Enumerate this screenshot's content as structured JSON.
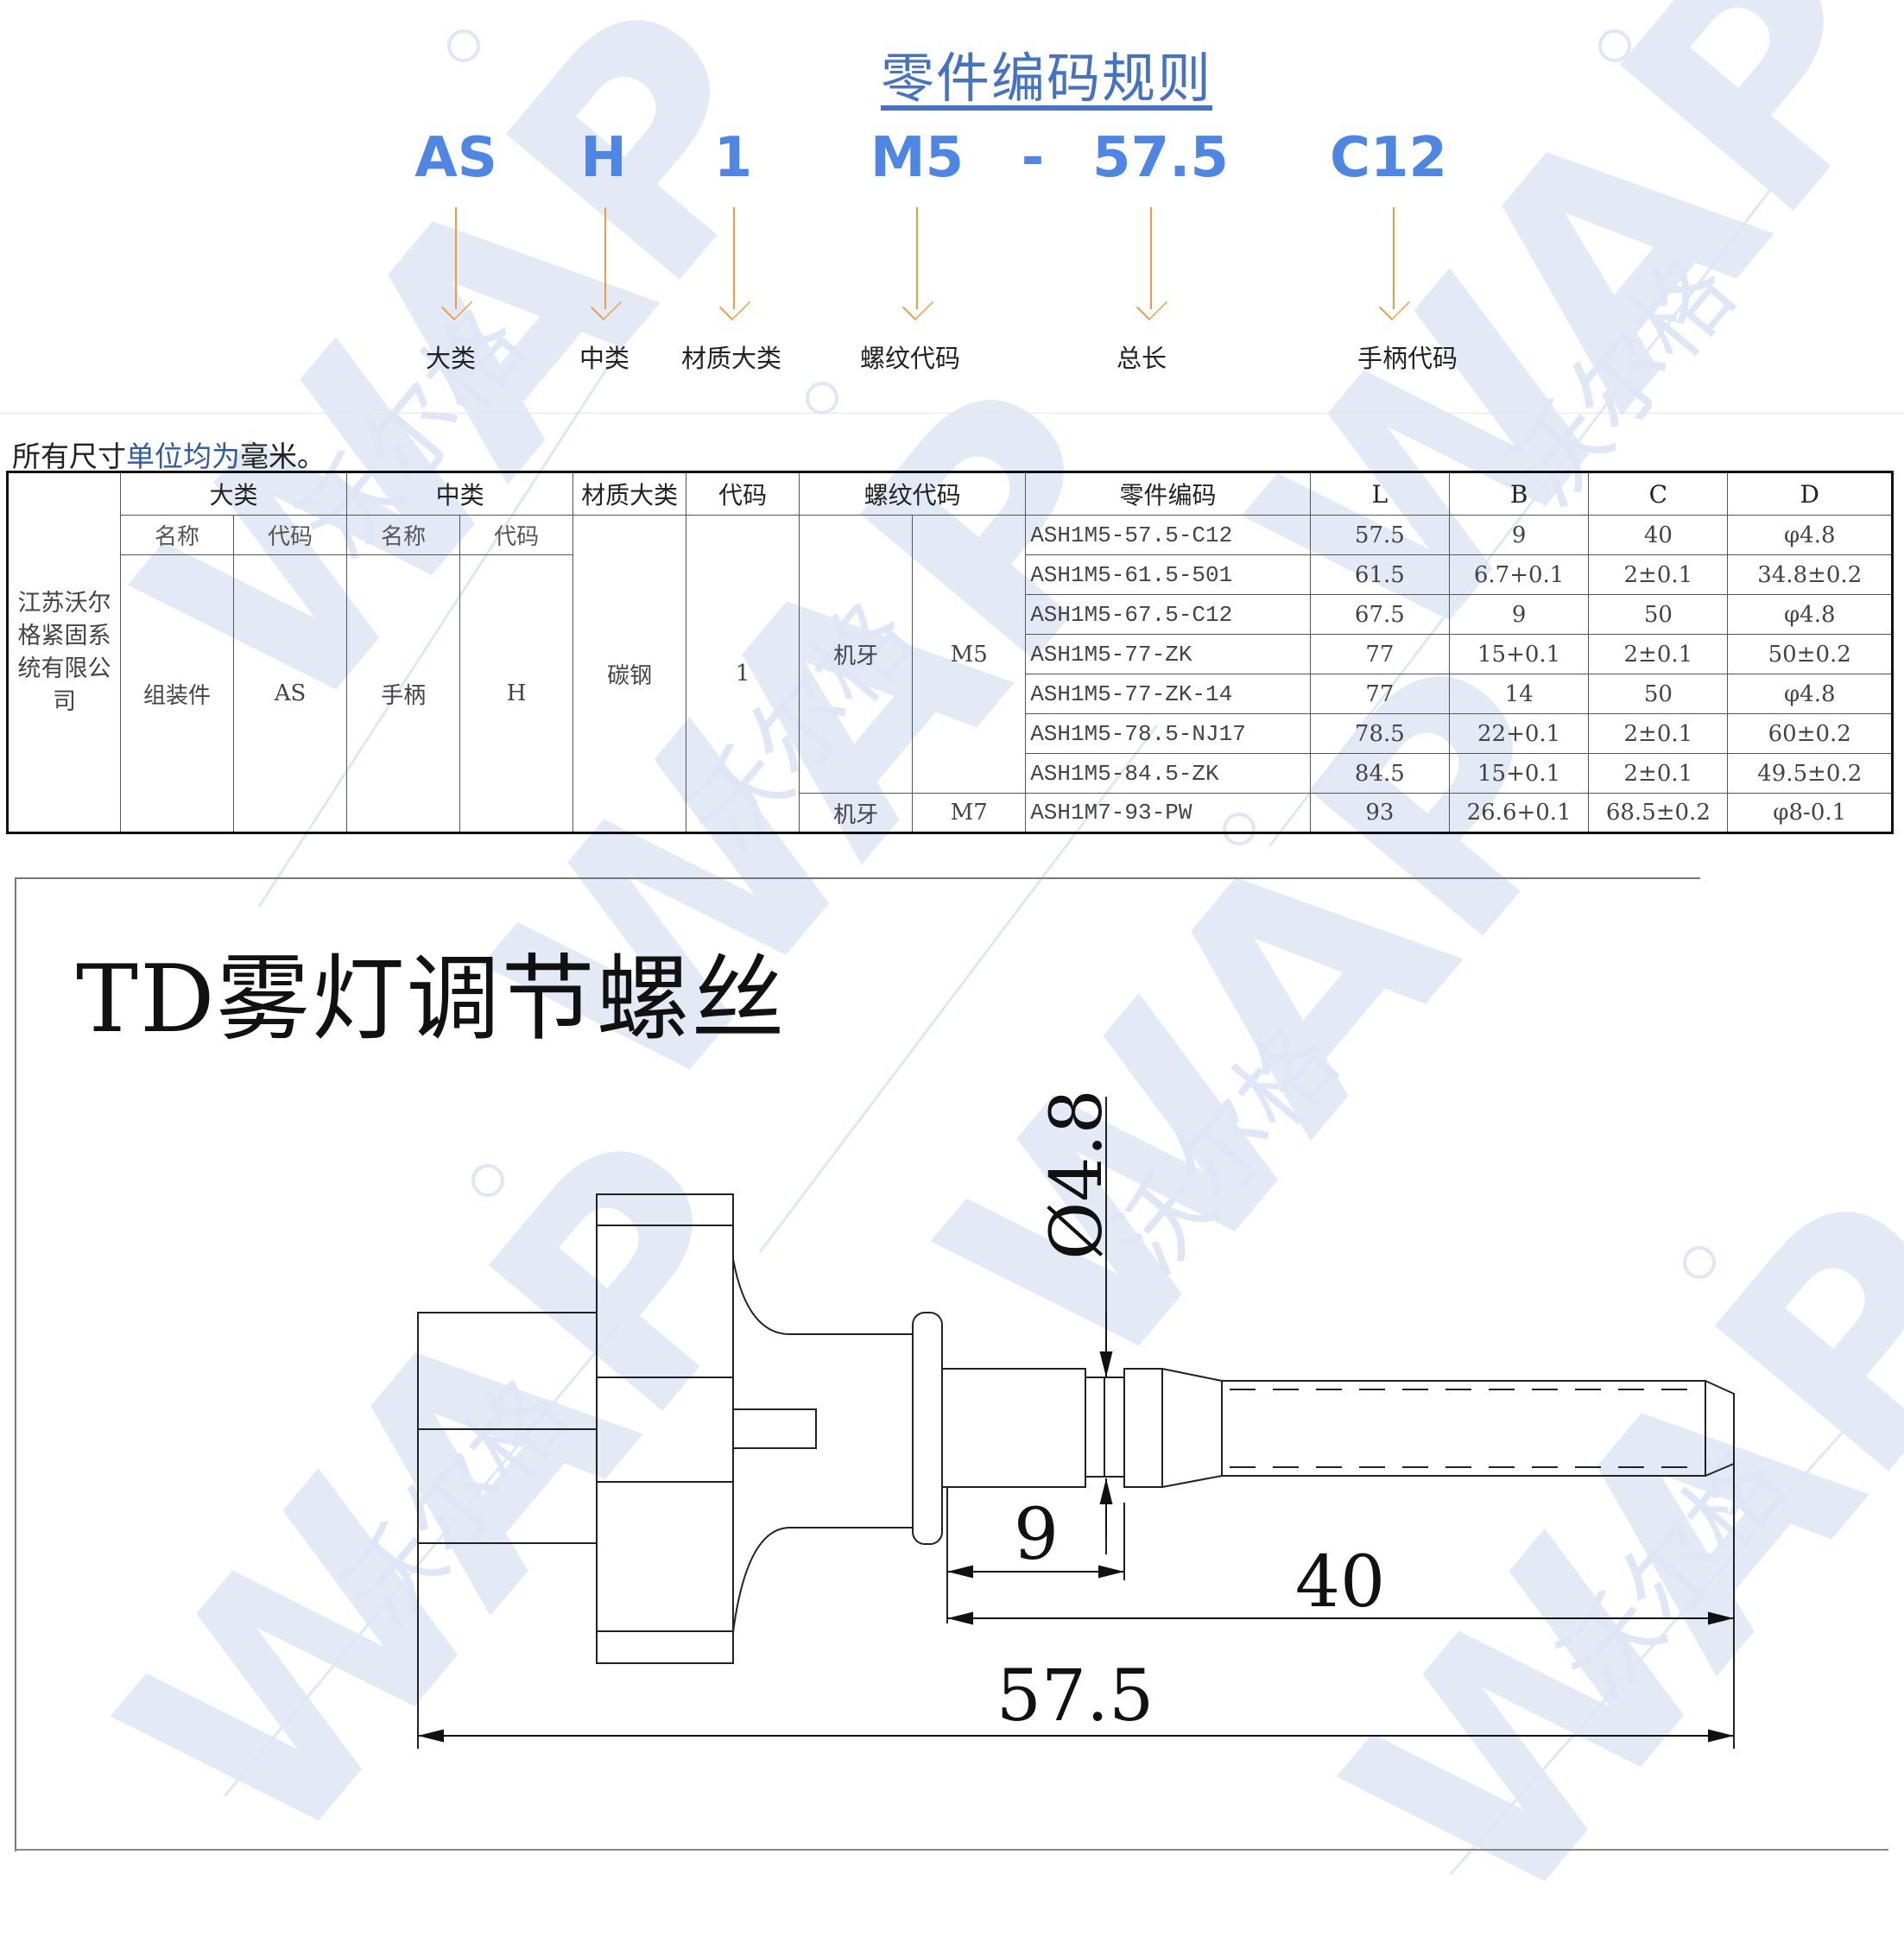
{
  "coding_rule": {
    "title": "零件编码规则",
    "segments": [
      {
        "code": "AS",
        "label": "大类"
      },
      {
        "code": "H",
        "label": "中类"
      },
      {
        "code": "1",
        "label": "材质大类"
      },
      {
        "code": "M5",
        "label": "螺纹代码"
      },
      {
        "code": "-",
        "label": ""
      },
      {
        "code": "57.5",
        "label": "总长"
      },
      {
        "code": "C12",
        "label": "手柄代码"
      }
    ],
    "colors": {
      "code": "#4e86e6",
      "arrow": "#f39a3c",
      "title": "#4472c4"
    }
  },
  "note": {
    "prefix": "所有尺寸",
    "highlight": "单位均为",
    "suffix": "毫米。"
  },
  "table": {
    "headers": {
      "category": "大类",
      "subcategory": "中类",
      "material": "材质大类",
      "code": "代码",
      "thread": "螺纹代码",
      "part_code": "零件编码",
      "L": "L",
      "B": "B",
      "C": "C",
      "D": "D",
      "name": "名称",
      "code_sub": "代码"
    },
    "company": "江苏沃尔格紧固系统有限公司",
    "category_name": "组装件",
    "category_code": "AS",
    "subcategory_name": "手柄",
    "subcategory_code": "H",
    "material": "碳钢",
    "material_code": "1",
    "thread_groups": [
      {
        "type": "机牙",
        "code": "M5"
      },
      {
        "type": "机牙",
        "code": "M7"
      }
    ],
    "rows": [
      {
        "part": "ASH1M5-57.5-C12",
        "L": "57.5",
        "B": "9",
        "C": "40",
        "D": "φ4.8"
      },
      {
        "part": "ASH1M5-61.5-501",
        "L": "61.5",
        "B": "6.7+0.1",
        "C": "2±0.1",
        "D": "34.8±0.2"
      },
      {
        "part": "ASH1M5-67.5-C12",
        "L": "67.5",
        "B": "9",
        "C": "50",
        "D": "φ4.8"
      },
      {
        "part": "ASH1M5-77-ZK",
        "L": "77",
        "B": "15+0.1",
        "C": "2±0.1",
        "D": "50±0.2"
      },
      {
        "part": "ASH1M5-77-ZK-14",
        "L": "77",
        "B": "14",
        "C": "50",
        "D": "φ4.8"
      },
      {
        "part": "ASH1M5-78.5-NJ17",
        "L": "78.5",
        "B": "22+0.1",
        "C": "2±0.1",
        "D": "60±0.2"
      },
      {
        "part": "ASH1M5-84.5-ZK",
        "L": "84.5",
        "B": "15+0.1",
        "C": "2±0.1",
        "D": "49.5±0.2"
      },
      {
        "part": "ASH1M7-93-PW",
        "L": "93",
        "B": "26.6+0.1",
        "C": "68.5±0.2",
        "D": "φ8-0.1"
      }
    ]
  },
  "drawing": {
    "title": "TD雾灯调节螺丝",
    "dimensions": {
      "diameter": "Ø4.8",
      "groove": "9",
      "thread_length": "40",
      "total_length": "57.5"
    }
  },
  "watermark": {
    "brand": "WAP",
    "cn": "沃尔格",
    "mark": "®"
  }
}
